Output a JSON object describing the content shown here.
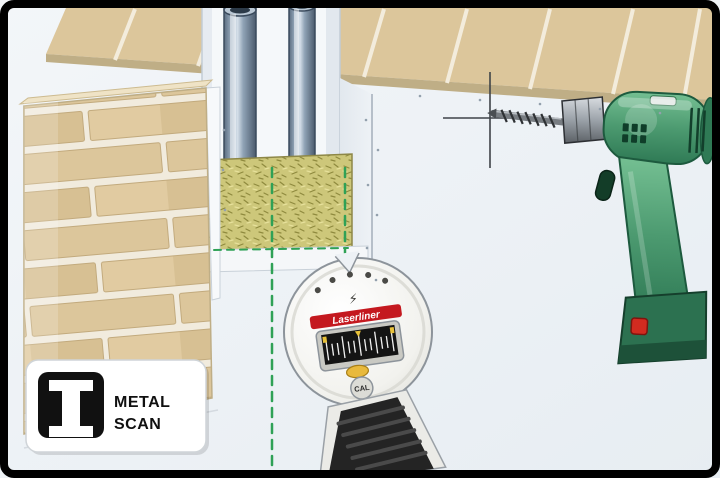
{
  "badge": {
    "line1": "METAL",
    "line2": "SCAN",
    "icon": "i-beam-icon"
  },
  "device": {
    "brand": "Laserliner",
    "cal_button_label": "CAL",
    "flash_symbol": "⚡"
  },
  "icons": {
    "badge": "i-beam-icon",
    "device_top": "flash-icon",
    "drill_target": "crosshair-icon"
  },
  "colors": {
    "frame_black": "#000000",
    "wall_light": "#edf1f5",
    "brick_tan": "#dcc69b",
    "mortar_white": "#f1ebdd",
    "lintel_tan": "#dcc69b",
    "pipe_steel_blue": "#8397ac",
    "insulation_yellow": "#cdc77a",
    "scan_line_green": "#2fa156",
    "drill_green": "#4f9e72",
    "brand_red": "#c4191f",
    "battery_button_red": "#d22b20",
    "device_white": "#f4f4f1",
    "grip_black": "#242424",
    "badge_icon_black": "#111111"
  }
}
